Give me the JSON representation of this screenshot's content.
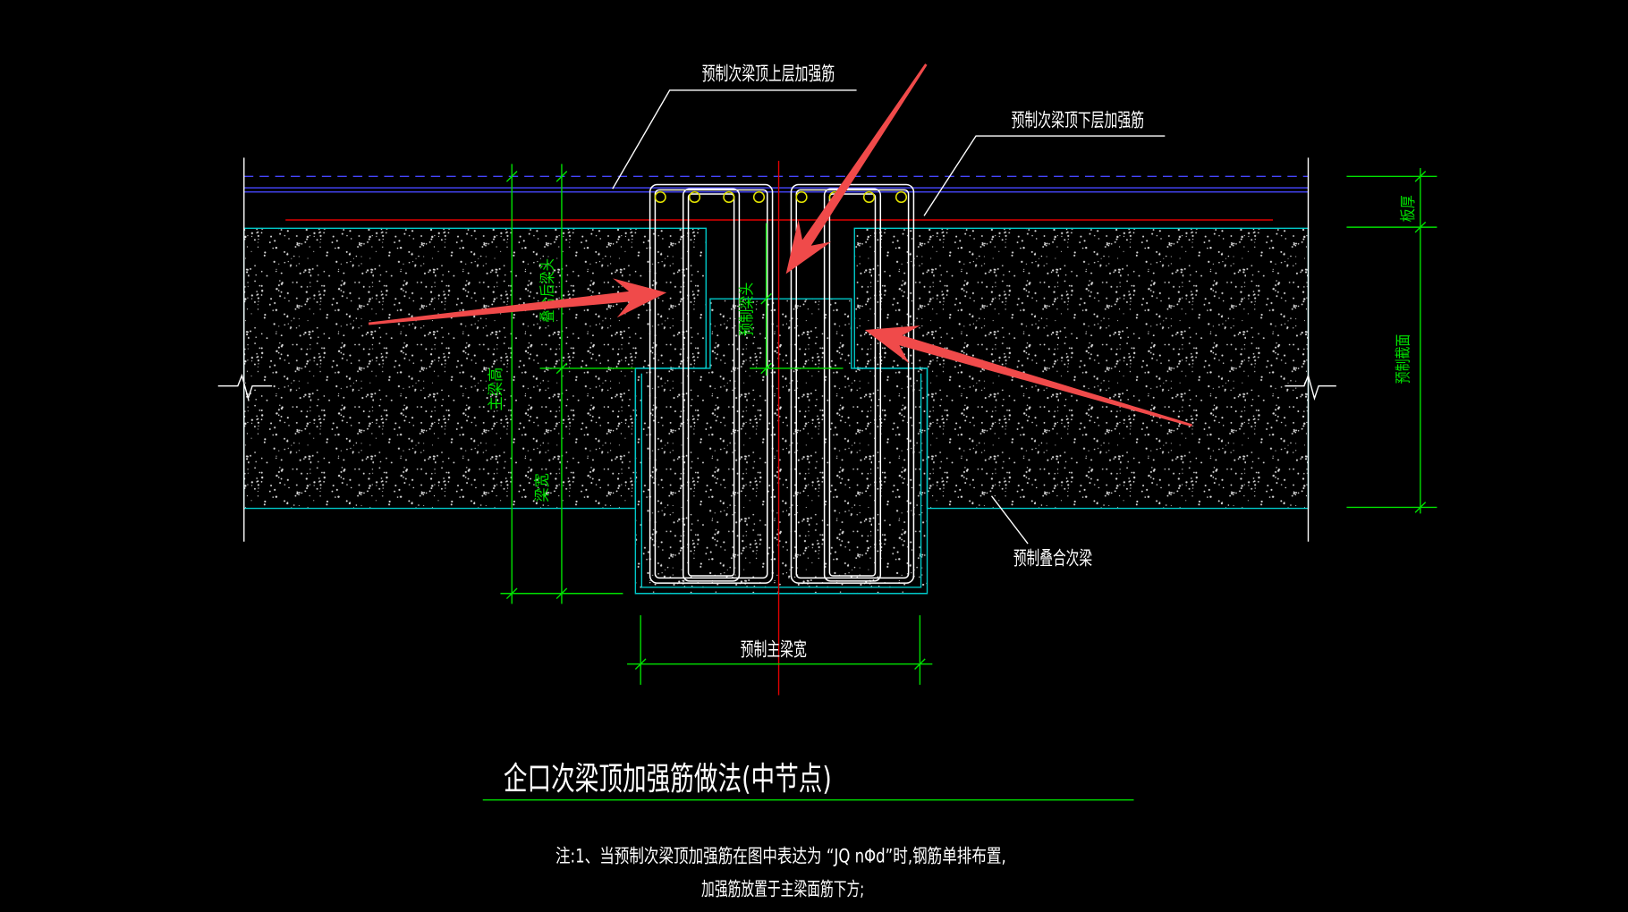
{
  "diagram": {
    "labels": {
      "top_upper_rebar": "预制次梁顶上层加强筋",
      "top_lower_rebar": "预制次梁顶下层加强筋",
      "precast_secondary_beam": "预制叠合次梁",
      "precast_main_beam_width": "预制主梁宽"
    },
    "dimensions": {
      "main_beam_height": "主梁高",
      "composite_beam_head": "叠合后梁头",
      "beam_width": "梁宽",
      "precast_beam_head": "预制梁头",
      "slab_thickness": "板厚",
      "precast_section": "预制截面"
    },
    "title": "企口次梁顶加强筋做法(中节点)",
    "notes": [
      "注:1、当预制次梁顶加强筋在图中表达为 “JQ nΦd”时,钢筋单排布置,",
      "加强筋放置于主梁面筋下方;"
    ]
  },
  "colors": {
    "background": "#000000",
    "dimension": "#00e000",
    "outline": "#00c8c8",
    "centerline": "#e00000",
    "rebar": "#ffffff",
    "rebar_section": "#e6e600",
    "slab_line": "#4646ff",
    "annotation_arrow": "#f04a4a",
    "hatch": "#dcdcdc"
  }
}
